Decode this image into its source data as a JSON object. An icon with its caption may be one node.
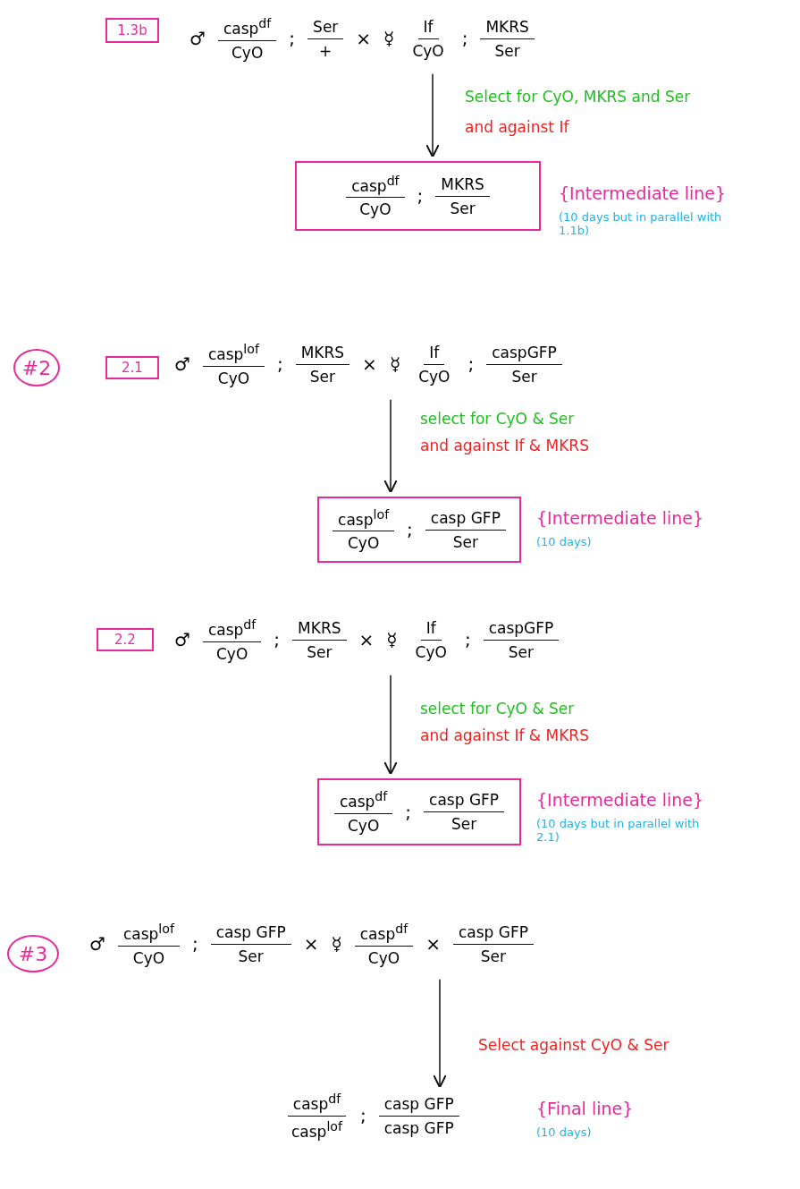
{
  "diagram": {
    "nodes": [
      {
        "text": [
          "1.3b"
        ]
      },
      {
        "text": [
          "♂",
          "casp$^{df}$",
          "CyO",
          ";",
          "Ser",
          "+",
          "×",
          "☿",
          "If",
          "CyO",
          ";",
          "MKRS",
          "Ser"
        ]
      },
      {
        "text": [
          "casp$^{df}$",
          "CyO",
          ";",
          "MKRS",
          "Ser"
        ],
        "beside": [
          "{Intermediate line}",
          "(10 days but in parallel with 1.1b)"
        ]
      },
      {
        "text": [
          "#2"
        ]
      },
      {
        "text": [
          "2.1"
        ]
      },
      {
        "text": [
          "♂",
          "casp$^{lof}$",
          "CyO",
          ";",
          "MKRS",
          "Ser",
          "×",
          "☿",
          "If",
          "CyO",
          ";",
          "caspGFP",
          "Ser"
        ]
      },
      {
        "text": [
          "casp$^{lof}$",
          "CyO",
          ";",
          "casp GFP",
          "Ser"
        ],
        "beside": [
          "{Intermediate line}",
          "(10 days)"
        ]
      },
      {
        "text": [
          "2.2"
        ]
      },
      {
        "text": [
          "♂",
          "casp$^{df}$",
          "CyO",
          ";",
          "MKRS",
          "Ser",
          "×",
          "☿",
          "If",
          "CyO",
          ";",
          "caspGFP",
          "Ser"
        ]
      },
      {
        "text": [
          "casp$^{df}$",
          "CyO",
          ";",
          "casp GFP",
          "Ser"
        ],
        "beside": [
          "{Intermediate line}",
          "(10 days but in parallel with 2.1)"
        ]
      },
      {
        "text": [
          "#3"
        ]
      },
      {
        "text": [
          "♂",
          "casp$^{lof}$",
          "CyO",
          ";",
          "casp GFP",
          "Ser",
          "×",
          "☿",
          "casp$^{df}$",
          "CyO",
          "×",
          "casp GFP",
          "Ser"
        ]
      },
      {
        "text": [
          "casp$^{df}$",
          "casp$^{lof}$",
          ";",
          "casp GFP",
          "casp GFP"
        ],
        "beside": [
          "{Final line}",
          "(10 days)"
        ]
      }
    ],
    "edges": [
      {
        "from": 1,
        "to": 2,
        "arrow": "to"
      },
      {
        "from": 5,
        "to": 6,
        "arrow": "to"
      },
      {
        "from": 8,
        "to": 9,
        "arrow": "to"
      },
      {
        "from": 11,
        "to": 12,
        "arrow": "to"
      }
    ],
    "labels": [
      "Select for CyO, MKRS and Ser",
      "and against If",
      "select for CyO & Ser",
      "and against If & MKRS",
      "select for CyO & Ser",
      "and against If & MKRS",
      "Select against CyO & Ser"
    ]
  }
}
